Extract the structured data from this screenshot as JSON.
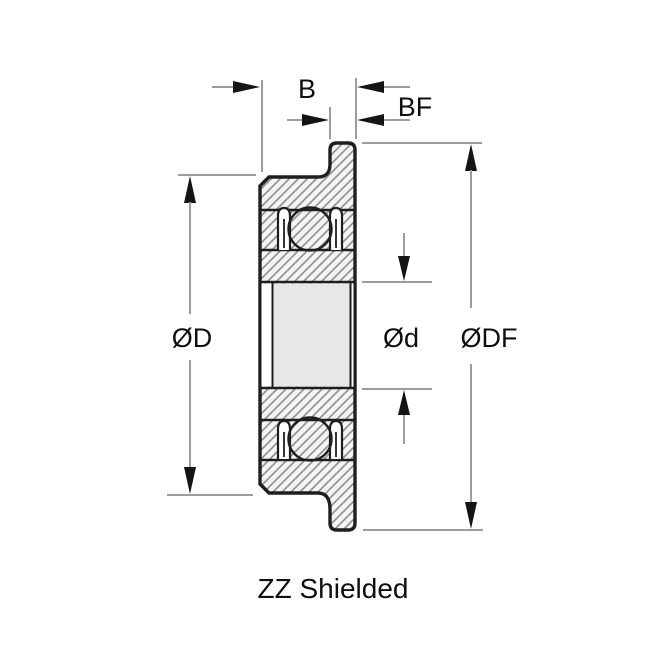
{
  "caption": "ZZ Shielded",
  "dimensions": {
    "width": {
      "label": "B"
    },
    "flange_width": {
      "label": "BF"
    },
    "outer_diameter": {
      "label": "ØD"
    },
    "bore_diameter": {
      "label": "Ød"
    },
    "flange_diameter": {
      "label": "ØDF"
    }
  },
  "colors": {
    "background": "#ffffff",
    "outline": "#1e1e1e",
    "hatch_line": "#8e8e8e",
    "hatch_background": "#f4f4f4",
    "fill_light": "#e7e7e7",
    "dimension_line": "#9c9c9c",
    "arrowhead": "#141414",
    "text": "#0f0f0f"
  }
}
